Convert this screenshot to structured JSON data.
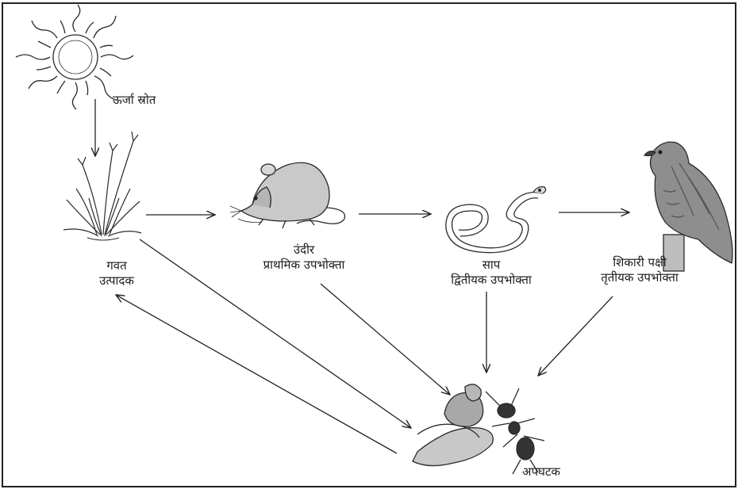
{
  "labels": {
    "sun": "ऊर्जा स्रोत",
    "grass_name": "गवत",
    "grass_role": "उत्पादक",
    "rat_name": "उंदीर",
    "rat_role": "प्राथमिक उपभोक्ता",
    "snake_name": "साप",
    "snake_role": "द्वितीयक उपभोक्ता",
    "bird_name": "शिकारी पक्षी",
    "bird_role": "तृतीयक उपभोक्ता",
    "decomposer": "अपघटक"
  }
}
